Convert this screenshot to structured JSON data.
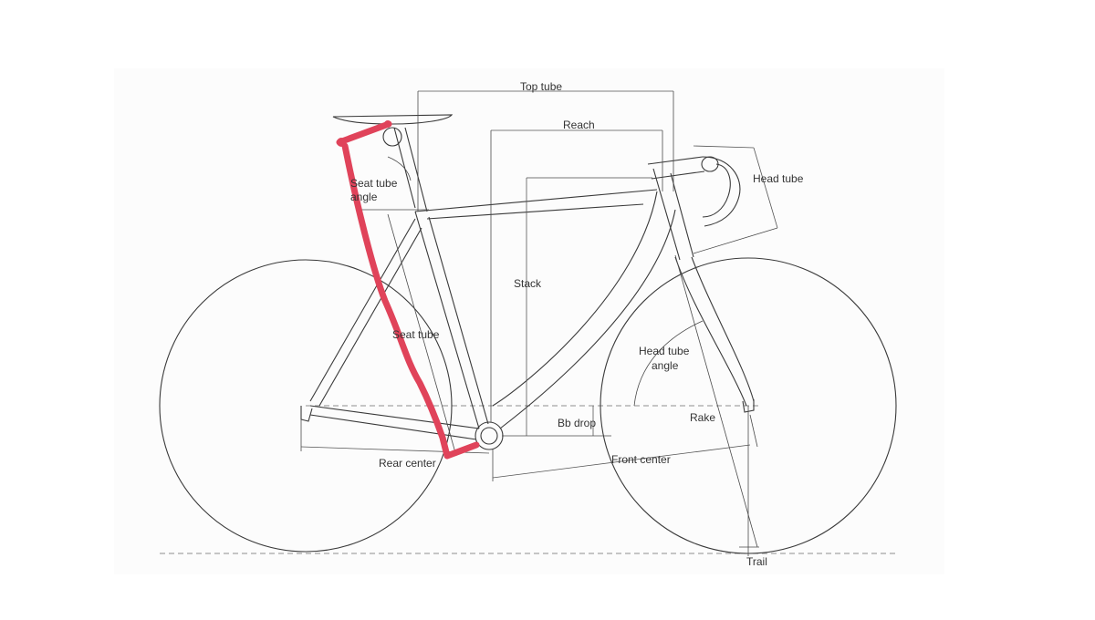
{
  "labels": {
    "top_tube": "Top tube",
    "reach": "Reach",
    "head_tube": "Head tube",
    "seat_tube_angle_line1": "Seat tube",
    "seat_tube_angle_line2": "angle",
    "stack": "Stack",
    "seat_tube": "Seat tube",
    "head_tube_angle_line1": "Head tube",
    "head_tube_angle_line2": "angle",
    "bb_drop": "Bb drop",
    "rake": "Rake",
    "rear_center": "Rear center",
    "front_center": "Front center",
    "trail": "Trail"
  },
  "colors": {
    "background": "#ffffff",
    "line": "#3a3a3a",
    "highlight": "#e0435a"
  }
}
